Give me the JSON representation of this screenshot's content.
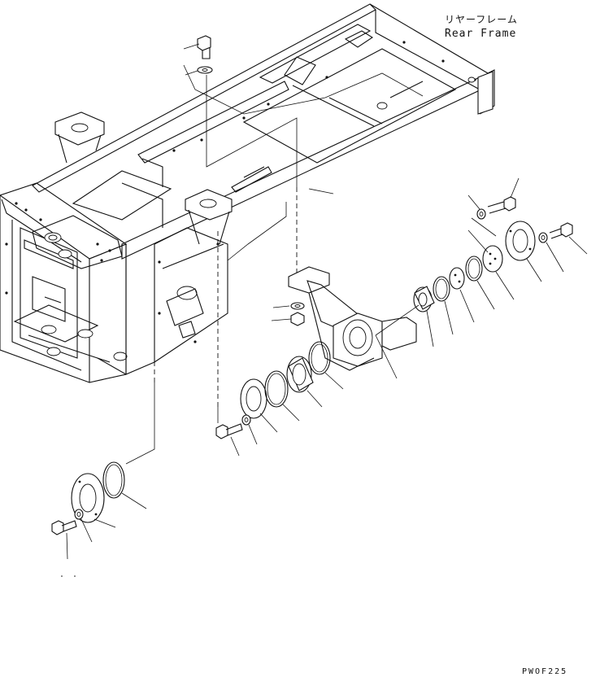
{
  "title_jp": "リヤーフレーム",
  "title_en": "Rear Frame",
  "drawing_code": "PWOF225",
  "parts": [
    "top-bolt",
    "top-washer",
    "right-bolt",
    "right-washer",
    "right-bolt-2",
    "right-washer-2",
    "right-cover",
    "right-shim-plate",
    "right-shim-small",
    "right-oring",
    "right-seal",
    "right-bushing",
    "support-bracket",
    "lower-washer",
    "lower-nut",
    "center-cover",
    "center-oring",
    "center-bushing",
    "center-seal",
    "center-bolt",
    "center-washer",
    "left-cover",
    "left-oring",
    "left-bolt",
    "left-washer"
  ]
}
